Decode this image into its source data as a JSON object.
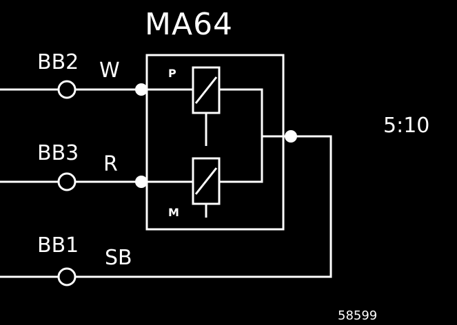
{
  "component": {
    "name": "MA64"
  },
  "connectors": [
    {
      "id": "BB2",
      "signal": "W"
    },
    {
      "id": "BB3",
      "signal": "R"
    },
    {
      "id": "BB1",
      "signal": "SB"
    }
  ],
  "coils": [
    {
      "tag": "P"
    },
    {
      "tag": "M"
    }
  ],
  "reference": "5:10",
  "figure_number": "58599",
  "colors": {
    "background": "#000000",
    "line": "#ffffff"
  }
}
